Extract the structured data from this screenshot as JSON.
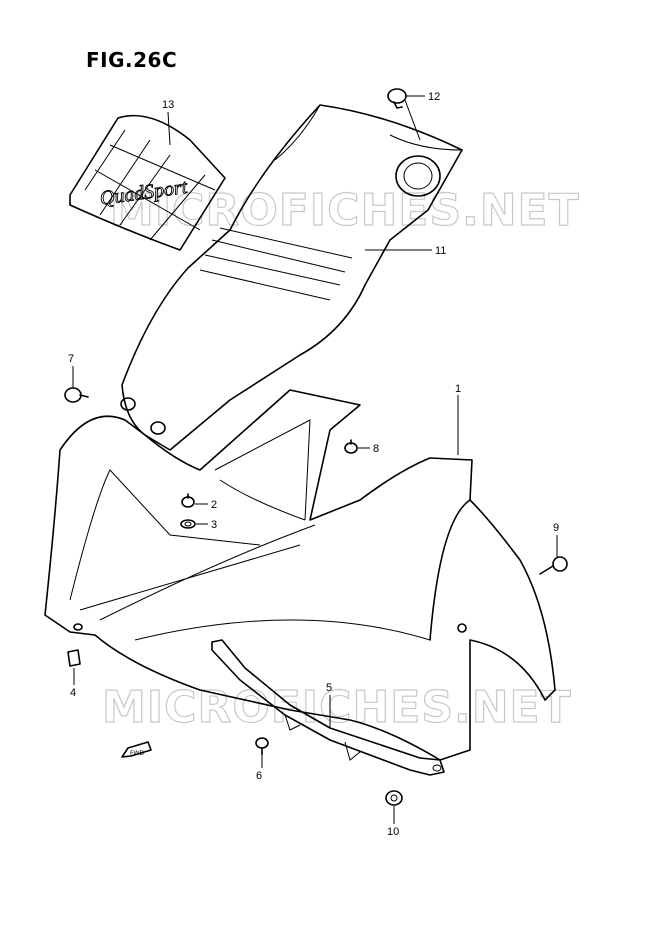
{
  "figure": {
    "title": "FIG.26C"
  },
  "watermark": "MICROFICHES.NET",
  "decal_text": "QuadSport",
  "fwd_label": "FWD",
  "callouts": [
    "1",
    "2",
    "3",
    "4",
    "5",
    "6",
    "7",
    "8",
    "9",
    "10",
    "11",
    "12",
    "13"
  ]
}
